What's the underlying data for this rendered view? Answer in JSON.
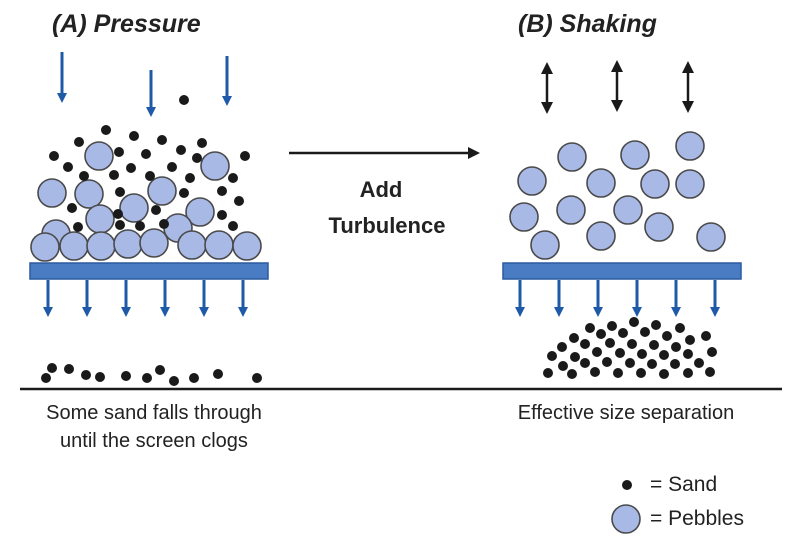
{
  "panel_a": {
    "title": "(A)  Pressure",
    "caption_line1": "Some sand falls through",
    "caption_line2": "until the screen clogs"
  },
  "panel_b": {
    "title": "(B)  Shaking",
    "caption": "Effective size separation"
  },
  "transition": {
    "line1": "Add",
    "line2": "Turbulence"
  },
  "legend": {
    "sand": "= Sand",
    "pebbles": "= Pebbles"
  },
  "colors": {
    "arrow_blue": "#1f5aa8",
    "screen_fill": "#4a7cc4",
    "screen_stroke": "#2c5a9e",
    "pebble_fill": "#a9b9e6",
    "pebble_stroke": "#4a4a4a",
    "sand": "#1a1a1a"
  }
}
